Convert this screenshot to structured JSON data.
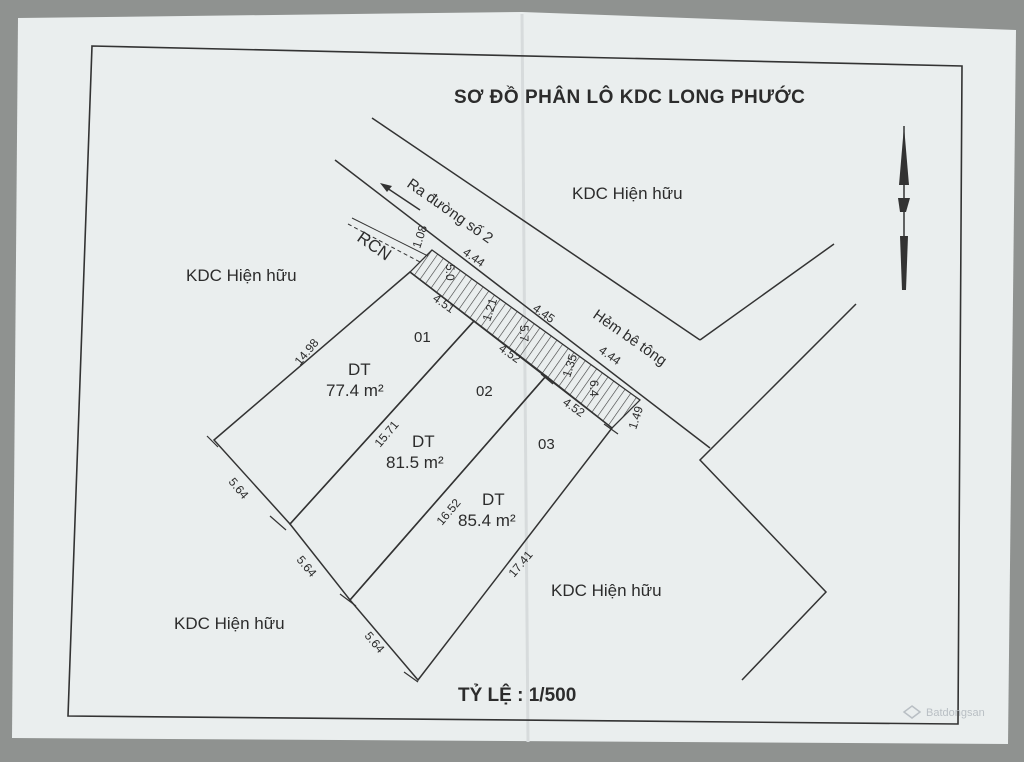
{
  "title": "SƠ ĐỒ PHÂN LÔ KDC LONG PHƯỚC",
  "scale": "TỶ LỆ : 1/500",
  "areas": {
    "top_right": "KDC Hiện hữu",
    "left": "KDC Hiện hữu",
    "bottom_left": "KDC Hiện hữu",
    "bottom_right": "KDC Hiện hữu"
  },
  "road_label": "Ra đường số 2",
  "rcn_label": "RCN",
  "alley_label": "Hẻm bê tông",
  "lots": [
    {
      "number": "01",
      "dt_label": "DT",
      "area": "77.4 m²"
    },
    {
      "number": "02",
      "dt_label": "DT",
      "area": "81.5 m²"
    },
    {
      "number": "03",
      "dt_label": "DT",
      "area": "85.4 m²"
    }
  ],
  "dimensions": {
    "d_1_08": "1.08",
    "d_5_0": "5.0",
    "d_4_44_a": "4.44",
    "d_4_51": "4.51",
    "d_1_21": "1.21",
    "d_5_7": "5.7",
    "d_4_45": "4.45",
    "d_4_52_a": "4.52",
    "d_1_35": "1.35",
    "d_6_4": "6.4",
    "d_4_44_b": "4.44",
    "d_4_52_b": "4.52",
    "d_1_49": "1.49",
    "d_14_98": "14.98",
    "d_15_71": "15.71",
    "d_16_52": "16.52",
    "d_17_41": "17.41",
    "d_5_64_a": "5.64",
    "d_5_64_b": "5.64",
    "d_5_64_c": "5.64"
  },
  "watermark": "Batdongsan"
}
